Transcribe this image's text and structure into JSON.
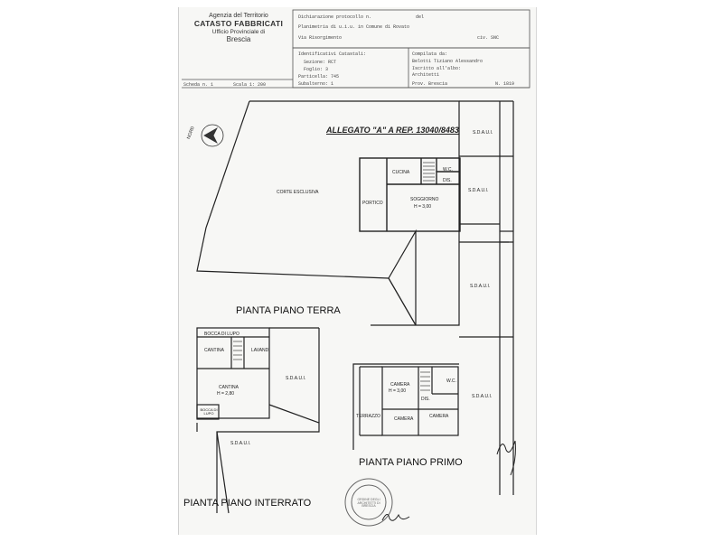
{
  "header": {
    "agency_line1": "Agenzia del Territorio",
    "agency_line2": "CATASTO FABBRICATI",
    "agency_line3": "Ufficio Provinciale di",
    "agency_line4": "Brescia",
    "dichiarazione": "Dichiarazione protocollo n.",
    "del": "del",
    "planimetria": "Planimetria di u.i.u. in Comune di Rovato",
    "via": "Via Risorgimento",
    "civ": "civ. SNC",
    "identificativi_title": "Identificativi Catastali:",
    "sezione": "Sezione: RCT",
    "foglio": "Foglio: 3",
    "particella": "Particella: 745",
    "subalterno": "Subalterno: 1",
    "compilata": "Compilata da:",
    "compilatore": "Belotti Tiziano Alessandro",
    "iscritto": "Iscritto all'albo:",
    "albo": "Architetti",
    "prov": "Prov. Brescia",
    "numero": "N. 1819",
    "scheda": "Scheda n. 1",
    "scala": "Scala 1: 200"
  },
  "allegato": "ALLEGATO \"A\" A REP. 13040/8483",
  "north_label": "NORD",
  "piano_terra": {
    "title": "PIANTA PIANO TERRA",
    "corte": "CORTE ESCLUSIVA",
    "cucina": "CUCINA",
    "wc": "W.C.",
    "dis": "DIS.",
    "porticato": "PORTICO",
    "soggiorno": "SOGGIORNO",
    "altezza": "H = 3,00",
    "sdaui": "S.D.A.U.I."
  },
  "piano_interrato": {
    "title": "PIANTA PIANO INTERRATO",
    "bocca_lupo": "BOCCA DI LUPO",
    "cantina": "CANTINA",
    "lavand": "LAVAND.",
    "cantina_h": "H = 2,80",
    "bocca_small": "BOCCA DI LUPO",
    "sdaui": "S.D.A.U.I."
  },
  "piano_primo": {
    "title": "PIANTA PIANO PRIMO",
    "camera": "CAMERA",
    "camera_h": "H = 3,00",
    "wc": "W.C.",
    "dis": "DIS.",
    "terrazzo": "TERRAZZO",
    "sdaui": "S.D.A.U.I."
  },
  "stamp_text": "ORDINE DEGLI ARCHITETTI DI BRESCIA"
}
